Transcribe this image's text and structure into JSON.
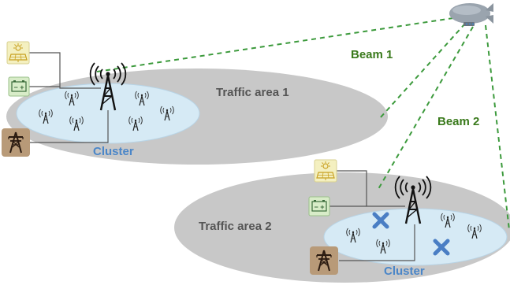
{
  "beams": [
    {
      "label": "Beam 1"
    },
    {
      "label": "Beam 2"
    }
  ],
  "traffic_areas": [
    {
      "label": "Traffic area 1",
      "cluster_label": "Cluster"
    },
    {
      "label": "Traffic area 2",
      "cluster_label": "Cluster"
    }
  ],
  "battery_symbol": "− +",
  "colors": {
    "beam_line": "#3c9a3c",
    "beam_text": "#3a7a1c",
    "traffic_area_fill": "#c8c8c8",
    "cluster_fill": "#d6eaf5",
    "cluster_text": "#4a86c8",
    "failure_mark": "#4a7ec4",
    "power_pylon_bg": "#b89a78",
    "solar_bg": "#f4f0c0",
    "battery_bg": "#d8ecc8"
  },
  "icons": {
    "airship": "airship-icon",
    "tower": "macro-tower-icon",
    "small_cell": "small-cell-icon",
    "solar": "solar-panel-icon",
    "battery": "battery-icon",
    "grid": "power-pylon-icon",
    "failure": "failure-x-icon"
  }
}
